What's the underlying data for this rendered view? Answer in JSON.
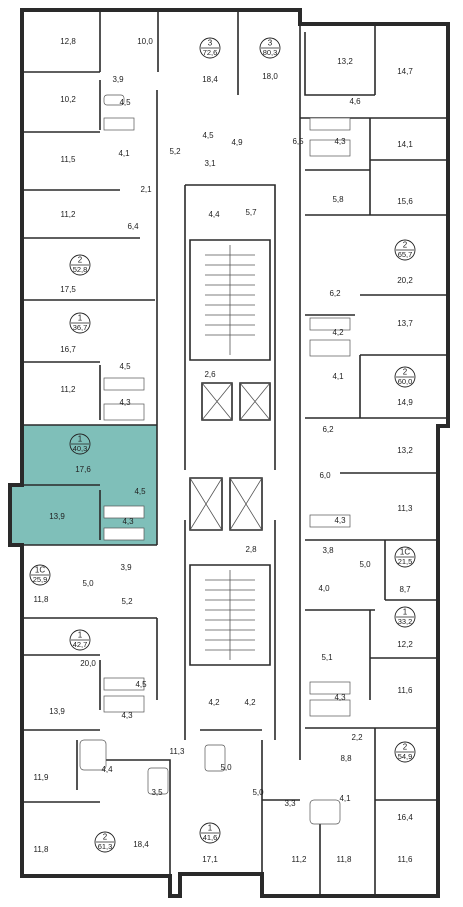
{
  "plan": {
    "highlight_color": "#7fbfb9",
    "apartments": [
      {
        "id": "apt-3-72-6",
        "rooms": "3",
        "area": "72,6"
      },
      {
        "id": "apt-3-80-3",
        "rooms": "3",
        "area": "80,3"
      },
      {
        "id": "apt-2-52-8",
        "rooms": "2",
        "area": "52,8"
      },
      {
        "id": "apt-2-65-7",
        "rooms": "2",
        "area": "65,7"
      },
      {
        "id": "apt-1-36-7",
        "rooms": "1",
        "area": "36,7"
      },
      {
        "id": "apt-2-60-0",
        "rooms": "2",
        "area": "60,0"
      },
      {
        "id": "apt-1-40-3",
        "rooms": "1",
        "area": "40,3",
        "selected": true
      },
      {
        "id": "apt-1c-25-9",
        "rooms": "1С",
        "area": "25,9"
      },
      {
        "id": "apt-1c-21-5",
        "rooms": "1С",
        "area": "21,5"
      },
      {
        "id": "apt-1-33-2",
        "rooms": "1",
        "area": "33,2"
      },
      {
        "id": "apt-1-42-7",
        "rooms": "1",
        "area": "42,7"
      },
      {
        "id": "apt-2-54-9",
        "rooms": "2",
        "area": "54,9"
      },
      {
        "id": "apt-1-41-6",
        "rooms": "1",
        "area": "41,6"
      },
      {
        "id": "apt-2-61-3",
        "rooms": "2",
        "area": "61,3"
      }
    ],
    "room_labels": [
      "12,8",
      "10,0",
      "3,9",
      "18,4",
      "18,0",
      "13,2",
      "14,7",
      "10,2",
      "4,5",
      "4,6",
      "4,5",
      "4,9",
      "6,5",
      "4,3",
      "11,5",
      "4,1",
      "5,2",
      "3,1",
      "14,1",
      "2,1",
      "5,8",
      "15,6",
      "11,2",
      "6,4",
      "4,4",
      "5,7",
      "17,5",
      "20,2",
      "6,2",
      "16,7",
      "4,2",
      "13,7",
      "4,5",
      "2,6",
      "4,1",
      "11,2",
      "4,3",
      "14,9",
      "6,2",
      "17,6",
      "13,2",
      "6,0",
      "4,5",
      "13,9",
      "11,3",
      "4,3",
      "4,3",
      "2,8",
      "3,8",
      "5,0",
      "3,9",
      "4,0",
      "8,7",
      "5,0",
      "11,8",
      "5,2",
      "12,2",
      "5,1",
      "20,0",
      "11,6",
      "4,5",
      "4,2",
      "4,2",
      "4,3",
      "13,9",
      "4,3",
      "2,2",
      "11,3",
      "8,8",
      "5,0",
      "4,4",
      "11,9",
      "3,5",
      "5,0",
      "4,1",
      "16,4",
      "3,3",
      "11,8",
      "18,4",
      "17,1",
      "11,2",
      "11,8",
      "11,6"
    ]
  }
}
